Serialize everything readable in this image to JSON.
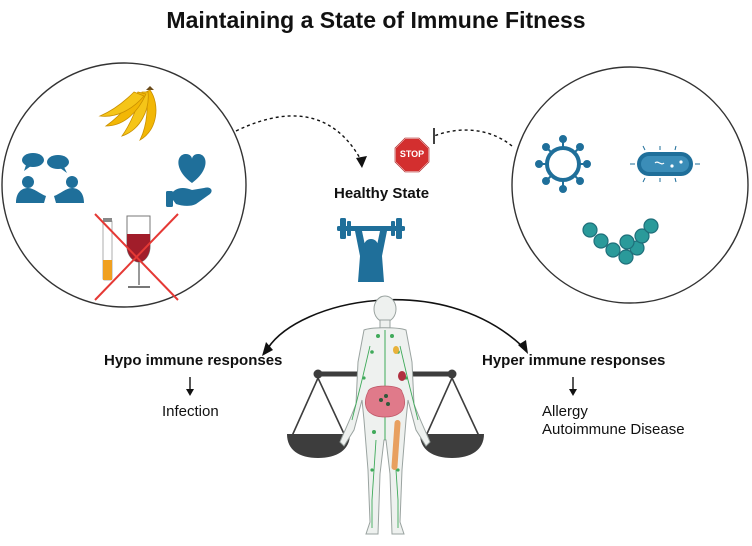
{
  "title": "Maintaining a State of Immune Fitness",
  "center": {
    "label": "Healthy State",
    "stop_sign_text": "STOP"
  },
  "left_panel": {
    "icons": [
      "banana-icon",
      "conversation-icon",
      "heart-hand-icon",
      "no-smoking-no-alcohol-icon"
    ]
  },
  "right_panel": {
    "icons": [
      "virus-icon",
      "bacterium-icon",
      "streptococcus-icon"
    ]
  },
  "hypo": {
    "heading": "Hypo immune responses",
    "outcome": "Infection"
  },
  "hyper": {
    "heading": "Hyper immune responses",
    "outcomes": [
      "Allergy",
      "Autoimmune Disease"
    ]
  },
  "colors": {
    "icon_blue": "#1f6f9a",
    "teal": "#2a9a9a",
    "banana": "#f2b705",
    "cross_red": "#e53935",
    "stop_red": "#d32f2f",
    "scale_dark": "#3d3d3d",
    "body_fill": "#eef1ef",
    "lymph_green": "#3faa5a"
  }
}
